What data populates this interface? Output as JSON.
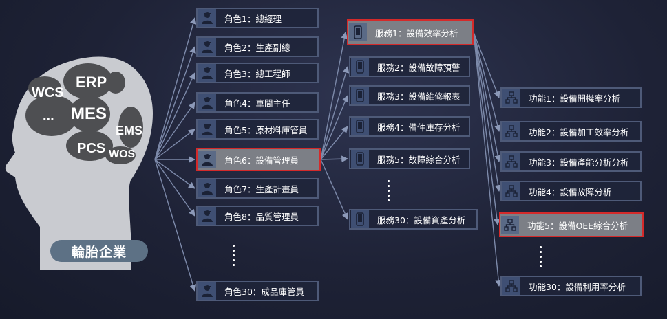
{
  "brain": {
    "systems": [
      "ERP",
      "WCS",
      "MES",
      "EMS",
      "PCS",
      "WOS",
      "..."
    ],
    "enterprise_label": "輪胎企業"
  },
  "roles": [
    {
      "label": "角色1：總經理",
      "highlighted": false
    },
    {
      "label": "角色2：生產副總",
      "highlighted": false
    },
    {
      "label": "角色3：總工程師",
      "highlighted": false
    },
    {
      "label": "角色4：車間主任",
      "highlighted": false
    },
    {
      "label": "角色5：原材料庫管員",
      "highlighted": false
    },
    {
      "label": "角色6：設備管理員",
      "highlighted": true
    },
    {
      "label": "角色7：生產計畫員",
      "highlighted": false
    },
    {
      "label": "角色8：品質管理員",
      "highlighted": false
    },
    {
      "label": "角色30：成品庫管員",
      "highlighted": false
    }
  ],
  "services": [
    {
      "label": "服務1：設備效率分析",
      "highlighted": true
    },
    {
      "label": "服務2：設備故障預警",
      "highlighted": false
    },
    {
      "label": "服務3：設備維修報表",
      "highlighted": false
    },
    {
      "label": "服務4：備件庫存分析",
      "highlighted": false
    },
    {
      "label": "服務5：故障綜合分析",
      "highlighted": false
    },
    {
      "label": "服務30：設備資產分析",
      "highlighted": false
    }
  ],
  "functions": [
    {
      "label": "功能1：設備開機率分析",
      "highlighted": false
    },
    {
      "label": "功能2：設備加工效率分析",
      "highlighted": false
    },
    {
      "label": "功能3：設備產能分析分析",
      "highlighted": false
    },
    {
      "label": "功能4：設備故障分析",
      "highlighted": false
    },
    {
      "label": "功能5：設備OEE綜合分析",
      "highlighted": true
    },
    {
      "label": "功能30：設備利用率分析",
      "highlighted": false
    }
  ],
  "colors": {
    "highlight_border": "#d42a2a",
    "node_border": "#4e5a78",
    "connector": "#7d8aaa"
  },
  "icons": {
    "role": "person-icon",
    "service": "phone-icon",
    "function": "org-chart-icon"
  }
}
